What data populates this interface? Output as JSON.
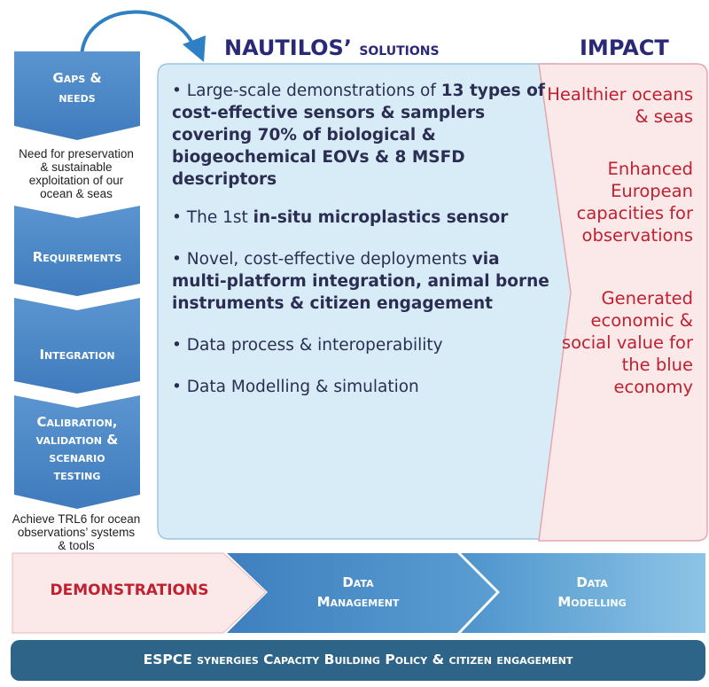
{
  "process_steps": [
    {
      "line1": "Gaps &",
      "line2": "needs"
    },
    {
      "line1": "Requirements",
      "line2": ""
    },
    {
      "line1": "Integration",
      "line2": ""
    },
    {
      "line1": "Calibration,",
      "line2": "validation &",
      "line3": "scenario",
      "line4": "testing"
    }
  ],
  "notes": {
    "preservation": [
      "Need for preservation",
      "& sustainable",
      "exploitation of our",
      "ocean & seas"
    ],
    "trl": [
      "Achieve TRL6 for ocean",
      "observations’ systems",
      "& tools"
    ]
  },
  "solutions": {
    "title_main": "NAUTILOS’",
    "title_sub": "solutions",
    "items": [
      {
        "bullet": "•",
        "plain": " Large-scale demonstrations of ",
        "bold": "13 types of cost-effective sensors & samplers covering 70% of biological & biogeochemical EOVs & 8 MSFD descriptors"
      },
      {
        "bullet": "•",
        "plain": " The 1st ",
        "bold": "in-situ microplastics sensor"
      },
      {
        "bullet": "•",
        "plain": " Novel, cost-effective deployments ",
        "bold": "via multi-platform integration, animal borne instruments & citizen engagement"
      },
      {
        "bullet": "•",
        "plain": " Data process & interoperability",
        "bold": ""
      },
      {
        "bullet": "•",
        "plain": " Data Modelling & simulation",
        "bold": ""
      }
    ]
  },
  "impact": {
    "title": "IMPACT",
    "items": [
      "Healthier oceans & seas",
      "Enhanced European capacities for observations",
      "Generated economic & social value for the blue economy"
    ]
  },
  "bottom_flow": {
    "demonstrations": "DEMONSTRATIONS",
    "data_management": {
      "line1": "Data",
      "line2": "Management"
    },
    "data_modelling": {
      "line1": "Data",
      "line2": "Modelling"
    }
  },
  "footer_bar": "ESPCE synergies Capacity Building Policy & citizen engagement",
  "colors": {
    "navy": "#2a2977",
    "red": "#c0202f",
    "chevron_blue": "#4a86c6",
    "solutions_bg": "#d8ecf7",
    "impact_bg": "#fbe9ea",
    "footer_bg": "#2e6488"
  }
}
